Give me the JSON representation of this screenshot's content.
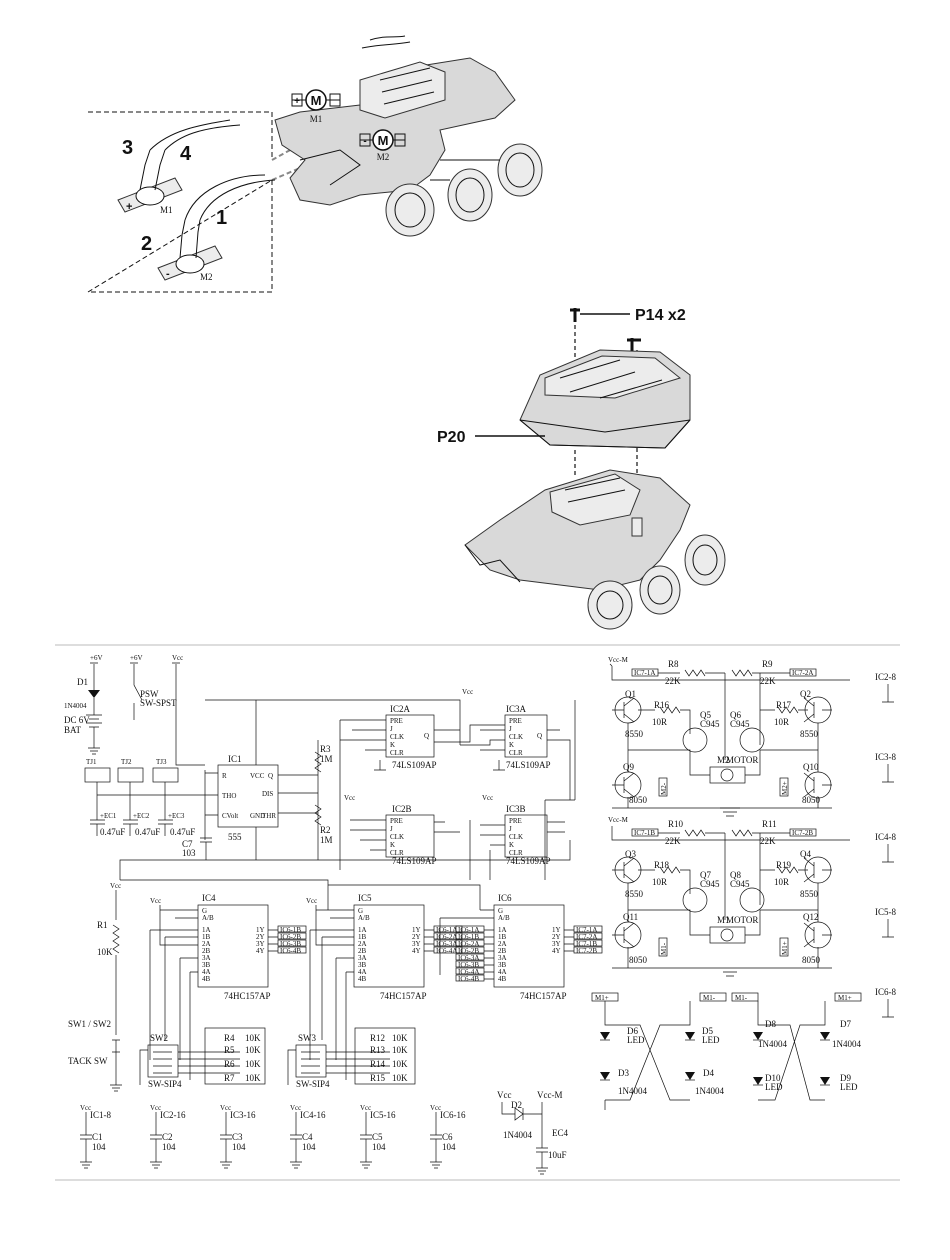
{
  "assembly_top": {
    "wire_numbers": [
      "3",
      "4",
      "2",
      "1"
    ],
    "motor_labels": [
      "M",
      "M",
      "M1",
      "M2",
      "M1",
      "M2"
    ],
    "plus_minus": [
      "+",
      "-",
      "+",
      "-"
    ]
  },
  "assembly_mid": {
    "screw_label": "P14 x2",
    "cover_label": "P20"
  },
  "schematic": {
    "power": {
      "plus6v_a": "+6V",
      "plus6v_b": "+6V",
      "vcc": "Vcc",
      "d1": "D1",
      "d1_part": "1N4004",
      "bat_a": "DC 6V",
      "bat_b": "BAT",
      "psw": "PSW",
      "psw_part": "SW-SPST"
    },
    "timer": {
      "tj1": "TJ1",
      "tj2": "TJ2",
      "tj3": "TJ3",
      "ec1": "+EC1",
      "ec2": "+EC2",
      "ec3": "+EC3",
      "ec_val1": "0.47uF",
      "ec_val2": "0.47uF",
      "ec_val3": "0.47uF",
      "c7": "C7",
      "c7_val": "103",
      "ic1": "IC1",
      "ic1_part": "555",
      "r3": "R3",
      "r3_val": "1M",
      "r2": "R2",
      "r2_val": "1M",
      "pins": [
        "R",
        "VCC",
        "Q",
        "DIS",
        "THO",
        "CVolt",
        "GND",
        "THR"
      ]
    },
    "flipflops": {
      "ic2a": "IC2A",
      "ic2b": "IC2B",
      "ic3a": "IC3A",
      "ic3b": "IC3B",
      "part": "74LS109AP",
      "pins": [
        "PRE",
        "J",
        "CLK",
        "K",
        "CLR",
        "Q"
      ]
    },
    "muxes": {
      "ic4": "IC4",
      "ic5": "IC5",
      "ic6": "IC6",
      "part": "74HC157AP",
      "pins_left": [
        "G",
        "A/B",
        "1A",
        "1B",
        "2A",
        "2B",
        "3A",
        "3B",
        "4A",
        "4B"
      ],
      "pins_right": [
        "1Y",
        "2Y",
        "3Y",
        "4Y"
      ],
      "ic4_out": [
        "IC6-1B",
        "IC6-2B",
        "IC6-3B",
        "IC6-4B"
      ],
      "ic5_out": [
        "IC6-1A",
        "IC6-2A",
        "IC6-3A",
        "IC6-4A"
      ],
      "ic6_in": [
        "IC6-1A",
        "IC6-1B",
        "IC6-2A",
        "IC6-2B",
        "IC6-3A",
        "IC6-3B",
        "IC6-4A",
        "IC6-4B"
      ],
      "ic6_out": [
        "IC7-1A",
        "IC7-2A",
        "IC7-1B",
        "IC7-2B"
      ]
    },
    "switches": {
      "r1": "R1",
      "r1_val": "10K",
      "sw12": "SW1 / SW2",
      "tack": "TACK SW",
      "sw2": "SW2",
      "sw3": "SW3",
      "sip": "SW-SIP4",
      "res_left": [
        "R4",
        "R5",
        "R6",
        "R7"
      ],
      "res_right": [
        "R12",
        "R13",
        "R14",
        "R15"
      ],
      "res_val": "10K"
    },
    "decoupling": {
      "labels": [
        "IC1-8",
        "IC2-16",
        "IC3-16",
        "IC4-16",
        "IC5-16",
        "IC6-16"
      ],
      "caps": [
        "C1",
        "C2",
        "C3",
        "C4",
        "C5",
        "C6"
      ],
      "cap_val": "104",
      "d2": "D2",
      "d2_part": "1N4004",
      "vccm": "Vcc-M",
      "ec4": "EC4",
      "ec4_val": "10uF"
    },
    "hbridge1": {
      "in_a": "IC7-1A",
      "in_b": "IC7-2A",
      "r8": "R8",
      "r9": "R9",
      "r_pull": "22K",
      "q1": "Q1",
      "q2": "Q2",
      "q_pnp": "8550",
      "r16": "R16",
      "r17": "R17",
      "r_base": "10R",
      "q5": "Q5",
      "q6": "Q6",
      "q_small": "C945",
      "q9": "Q9",
      "q10": "Q10",
      "q_npn": "8050",
      "motor": "M2",
      "motor_word": "MOTOR",
      "m_minus": "M2-",
      "m_plus": "M2+"
    },
    "hbridge2": {
      "in_a": "IC7-1B",
      "in_b": "IC7-2B",
      "r10": "R10",
      "r11": "R11",
      "q3": "Q3",
      "q4": "Q4",
      "r18": "R18",
      "r19": "R19",
      "q7": "Q7",
      "q8": "Q8",
      "q11": "Q11",
      "q12": "Q12",
      "motor": "M1",
      "m_minus": "M1-",
      "m_plus": "M1+"
    },
    "gnd_refs": [
      "IC2-8",
      "IC3-8",
      "IC4-8",
      "IC5-8",
      "IC6-8"
    ],
    "leds": {
      "m1p": "M1+",
      "m1m": "M1-",
      "d6": "D6",
      "d5": "D5",
      "d3": "D3",
      "d4": "D4",
      "d8": "D8",
      "d7": "D7",
      "d10": "D10",
      "d9": "D9",
      "led": "LED",
      "diode": "1N4004"
    }
  }
}
